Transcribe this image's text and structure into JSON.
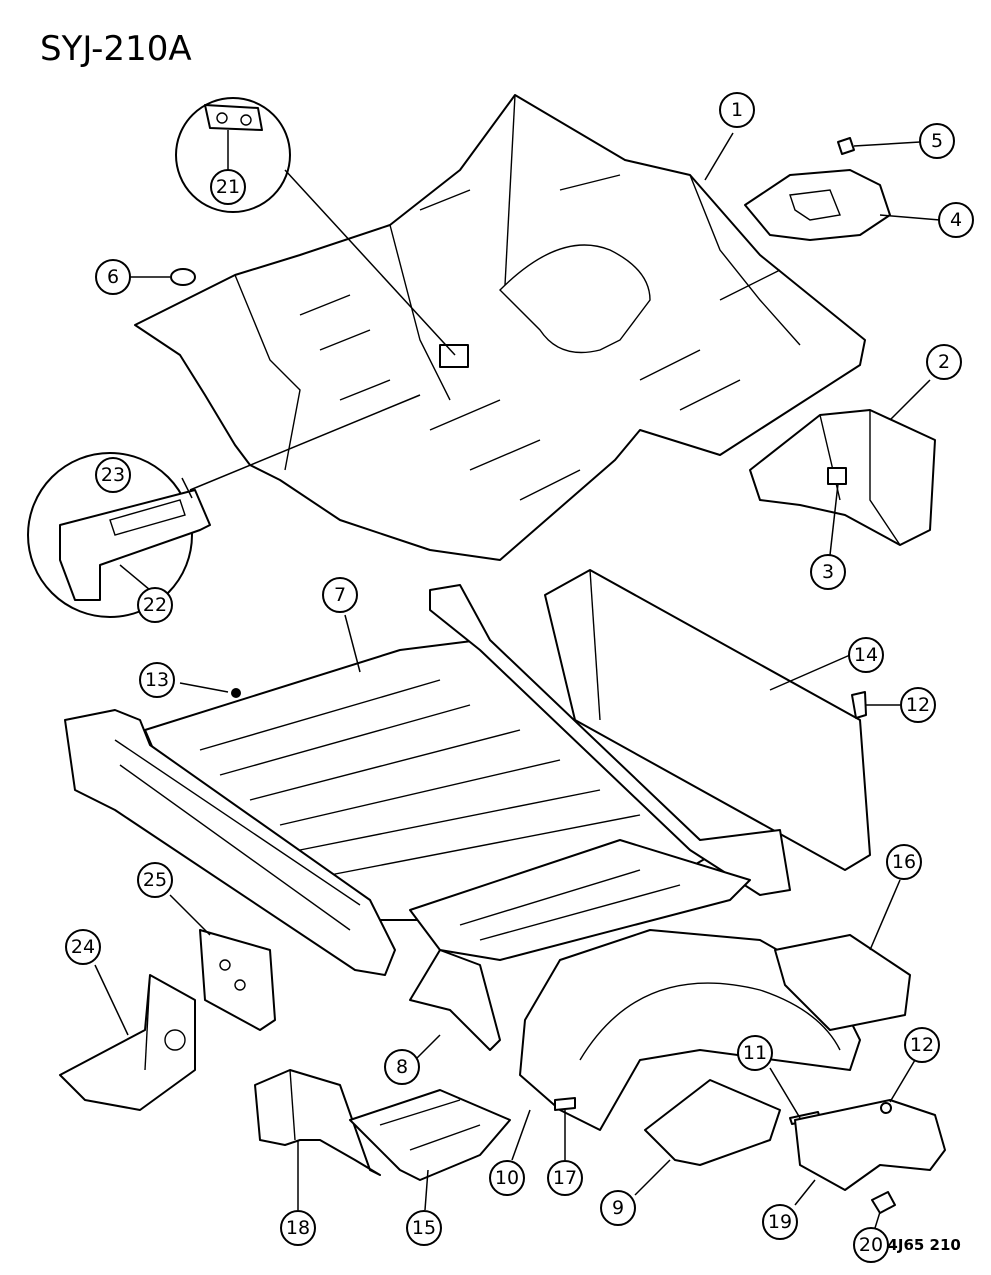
{
  "diagram": {
    "title": "SYJ-210A",
    "code": "94J65 210",
    "callouts": [
      {
        "id": "c1",
        "label": "1"
      },
      {
        "id": "c2",
        "label": "2"
      },
      {
        "id": "c3",
        "label": "3"
      },
      {
        "id": "c4",
        "label": "4"
      },
      {
        "id": "c5",
        "label": "5"
      },
      {
        "id": "c6",
        "label": "6"
      },
      {
        "id": "c7",
        "label": "7"
      },
      {
        "id": "c8",
        "label": "8"
      },
      {
        "id": "c9",
        "label": "9"
      },
      {
        "id": "c10",
        "label": "10"
      },
      {
        "id": "c11",
        "label": "11"
      },
      {
        "id": "c12a",
        "label": "12"
      },
      {
        "id": "c12b",
        "label": "12"
      },
      {
        "id": "c13",
        "label": "13"
      },
      {
        "id": "c14",
        "label": "14"
      },
      {
        "id": "c15",
        "label": "15"
      },
      {
        "id": "c16",
        "label": "16"
      },
      {
        "id": "c17",
        "label": "17"
      },
      {
        "id": "c18",
        "label": "18"
      },
      {
        "id": "c19",
        "label": "19"
      },
      {
        "id": "c20",
        "label": "20"
      },
      {
        "id": "c21",
        "label": "21"
      },
      {
        "id": "c22",
        "label": "22"
      },
      {
        "id": "c23",
        "label": "23"
      },
      {
        "id": "c24",
        "label": "24"
      },
      {
        "id": "c25",
        "label": "25"
      }
    ]
  }
}
